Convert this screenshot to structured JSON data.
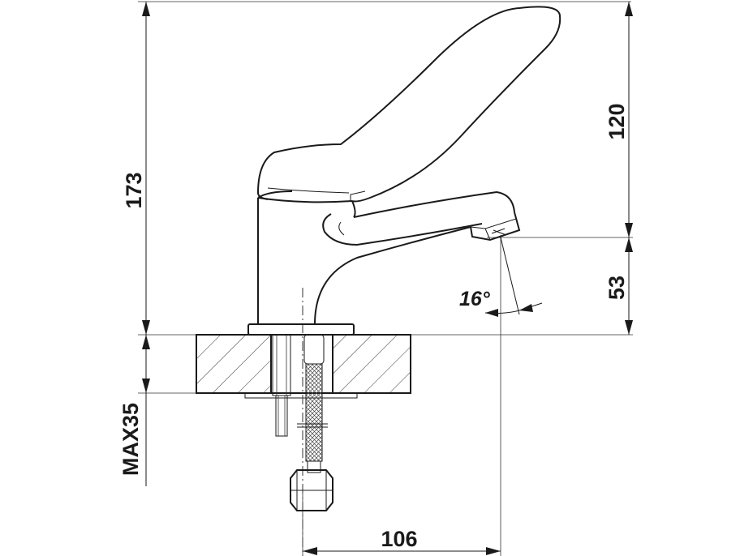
{
  "dimensions": {
    "total_height": "173",
    "lever_height": "120",
    "spout_height": "53",
    "max_thickness": "MAX35",
    "spout_reach": "106",
    "spout_angle": "16°"
  },
  "colors": {
    "line": "#1a1a1a",
    "background": "#ffffff"
  }
}
